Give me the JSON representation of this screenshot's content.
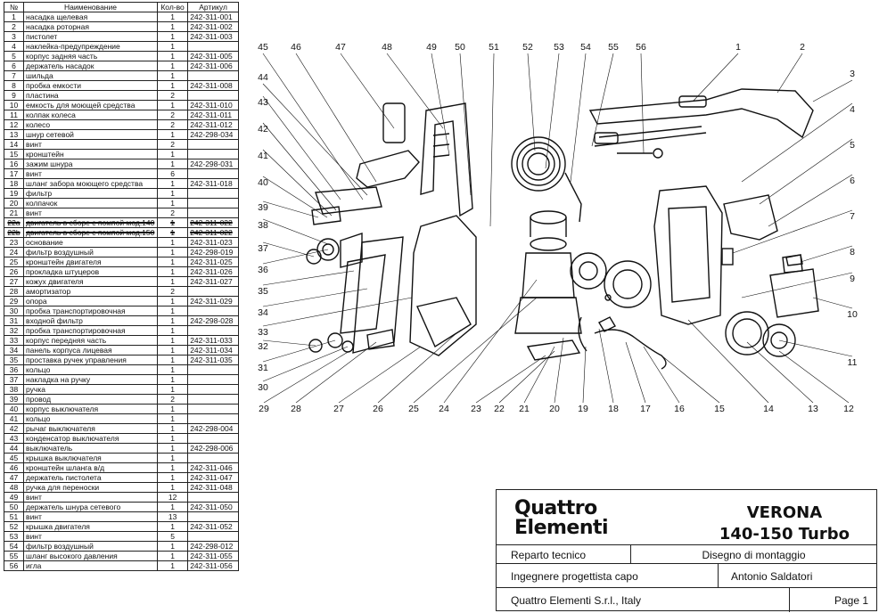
{
  "table": {
    "headers": [
      "№",
      "Наименование",
      "Кол-во",
      "Артикул"
    ],
    "rows": [
      [
        "1",
        "насадка щелевая",
        "1",
        "242-311-001"
      ],
      [
        "2",
        "насадка роторная",
        "1",
        "242-311-002"
      ],
      [
        "3",
        "пистолет",
        "1",
        "242-311-003"
      ],
      [
        "4",
        "наклейка-предупреждение",
        "1",
        ""
      ],
      [
        "5",
        "корпус задняя часть",
        "1",
        "242-311-005"
      ],
      [
        "6",
        "держатель насадок",
        "1",
        "242-311-006"
      ],
      [
        "7",
        "шильда",
        "1",
        ""
      ],
      [
        "8",
        "пробка емкости",
        "1",
        "242-311-008"
      ],
      [
        "9",
        "пластина",
        "2",
        ""
      ],
      [
        "10",
        "емкость для моющей средства",
        "1",
        "242-311-010"
      ],
      [
        "11",
        "колпак колеса",
        "2",
        "242-311-011"
      ],
      [
        "12",
        "колесо",
        "2",
        "242-311-012"
      ],
      [
        "13",
        "шнур сетевой",
        "1",
        "242-298-034"
      ],
      [
        "14",
        "винт",
        "2",
        ""
      ],
      [
        "15",
        "кронштейн",
        "1",
        ""
      ],
      [
        "16",
        "зажим шнура",
        "1",
        "242-298-031"
      ],
      [
        "17",
        "винт",
        "6",
        ""
      ],
      [
        "18",
        "шланг забора моющего средства",
        "1",
        "242-311-018"
      ],
      [
        "19",
        "фильтр",
        "1",
        ""
      ],
      [
        "20",
        "колпачок",
        "1",
        ""
      ],
      [
        "21",
        "винт",
        "2",
        ""
      ],
      [
        "22a",
        "двигатель в сборе с помпой мод.140",
        "1",
        "242-311-022"
      ],
      [
        "22b",
        "двигатель в сборе с помпой мод.150",
        "1",
        "242-311-022"
      ],
      [
        "23",
        "основание",
        "1",
        "242-311-023"
      ],
      [
        "24",
        "фильтр воздушный",
        "1",
        "242-298-019"
      ],
      [
        "25",
        "кронштейн двигателя",
        "1",
        "242-311-025"
      ],
      [
        "26",
        "прокладка штуцеров",
        "1",
        "242-311-026"
      ],
      [
        "27",
        "кожух двигателя",
        "1",
        "242-311-027"
      ],
      [
        "28",
        "амортизатор",
        "2",
        ""
      ],
      [
        "29",
        "опора",
        "1",
        "242-311-029"
      ],
      [
        "30",
        "пробка транспортировочная",
        "1",
        ""
      ],
      [
        "31",
        "входной фильтр",
        "1",
        "242-298-028"
      ],
      [
        "32",
        "пробка транспортировочная",
        "1",
        ""
      ],
      [
        "33",
        "корпус передняя часть",
        "1",
        "242-311-033"
      ],
      [
        "34",
        "панель корпуса лицевая",
        "1",
        "242-311-034"
      ],
      [
        "35",
        "проставка ручек управления",
        "1",
        "242-311-035"
      ],
      [
        "36",
        "кольцо",
        "1",
        ""
      ],
      [
        "37",
        "накладка на ручку",
        "1",
        ""
      ],
      [
        "38",
        "ручка",
        "1",
        ""
      ],
      [
        "39",
        "провод",
        "2",
        ""
      ],
      [
        "40",
        "корпус выключателя",
        "1",
        ""
      ],
      [
        "41",
        "кольцо",
        "1",
        ""
      ],
      [
        "42",
        "рычаг выключателя",
        "1",
        "242-298-004"
      ],
      [
        "43",
        "конденсатор выключателя",
        "1",
        ""
      ],
      [
        "44",
        "выключатель",
        "1",
        "242-298-006"
      ],
      [
        "45",
        "крышка выключателя",
        "1",
        ""
      ],
      [
        "46",
        "кронштейн шланга в/д",
        "1",
        "242-311-046"
      ],
      [
        "47",
        "держатель пистолета",
        "1",
        "242-311-047"
      ],
      [
        "48",
        "ручка для переноски",
        "1",
        "242-311-048"
      ],
      [
        "49",
        "винт",
        "12",
        ""
      ],
      [
        "50",
        "держатель шнура сетевого",
        "1",
        "242-311-050"
      ],
      [
        "51",
        "винт",
        "13",
        ""
      ],
      [
        "52",
        "крышка двигателя",
        "1",
        "242-311-052"
      ],
      [
        "53",
        "винт",
        "5",
        ""
      ],
      [
        "54",
        "фильтр воздушный",
        "1",
        "242-298-012"
      ],
      [
        "55",
        "шланг высокого давления",
        "1",
        "242-311-055"
      ],
      [
        "56",
        "игла",
        "1",
        "242-311-056"
      ]
    ]
  },
  "callouts_top": [
    "45",
    "46",
    "47",
    "48",
    "49",
    "50",
    "51",
    "52",
    "53",
    "54",
    "55",
    "56",
    "1",
    "2"
  ],
  "callouts_right": [
    "3",
    "4",
    "5",
    "6",
    "7",
    "8",
    "9",
    "10",
    "11"
  ],
  "callouts_left": [
    "44",
    "43",
    "42",
    "41",
    "40",
    "39",
    "38",
    "37",
    "36",
    "35",
    "34",
    "33",
    "32",
    "31",
    "30"
  ],
  "callouts_bottom": [
    "29",
    "28",
    "27",
    "26",
    "25",
    "24",
    "23",
    "22",
    "21",
    "20",
    "19",
    "18",
    "17",
    "16",
    "15",
    "14",
    "13",
    "12"
  ],
  "title_block": {
    "brand_line1": "Quattro",
    "brand_line2": "Elementi",
    "model_line1": "VERONA",
    "model_line2": "140-150 Turbo",
    "dept": "Reparto tecnico",
    "drawing_type": "Disegno di montaggio",
    "role": "Ingegnere progettista capo",
    "engineer": "Antonio Saldatori",
    "company": "Quattro Elementi S.r.l., Italy",
    "page": "Page 1"
  }
}
